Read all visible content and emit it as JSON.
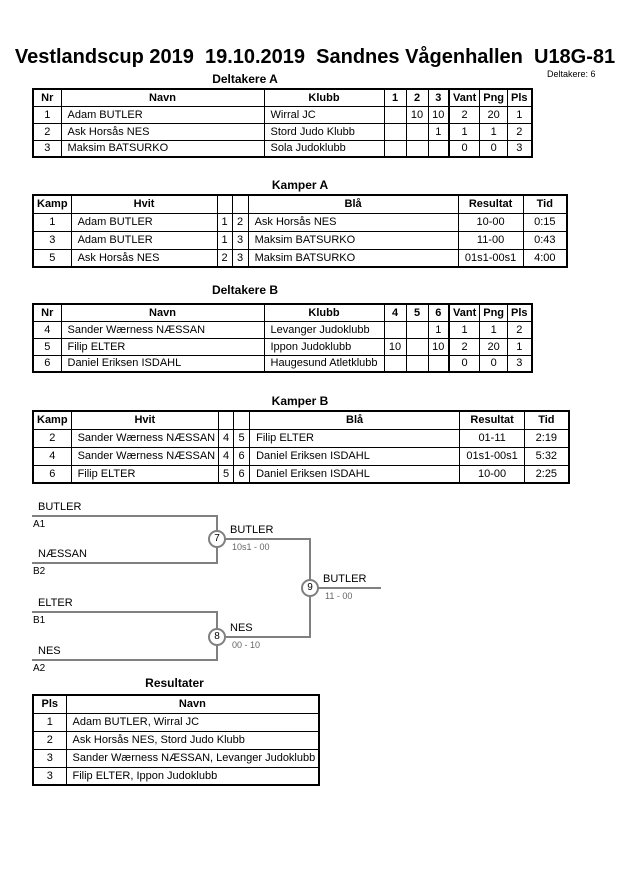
{
  "header": {
    "title": "Vestlandscup 2019  19.10.2019  Sandnes Vågenhallen  U18G-81",
    "participants_note": "Deltakere: 6"
  },
  "deltakere_a": {
    "title": "Deltakere A",
    "headers": [
      "Nr",
      "Navn",
      "Klubb",
      "1",
      "2",
      "3",
      "Vant",
      "Png",
      "Pls"
    ],
    "rows": [
      [
        "1",
        "Adam BUTLER",
        "Wirral JC",
        "",
        "10",
        "10",
        "2",
        "20",
        "1"
      ],
      [
        "2",
        "Ask Horsås NES",
        "Stord Judo Klubb",
        "",
        "",
        "1",
        "1",
        "1",
        "2"
      ],
      [
        "3",
        "Maksim BATSURKO",
        "Sola Judoklubb",
        "",
        "",
        "",
        "0",
        "0",
        "3"
      ]
    ]
  },
  "kamper_a": {
    "title": "Kamper A",
    "headers": [
      "Kamp",
      "Hvit",
      "",
      "",
      "Blå",
      "Resultat",
      "Tid"
    ],
    "rows": [
      [
        "1",
        "Adam BUTLER",
        "1",
        "2",
        "Ask Horsås NES",
        "10-00",
        "0:15"
      ],
      [
        "3",
        "Adam BUTLER",
        "1",
        "3",
        "Maksim BATSURKO",
        "11-00",
        "0:43"
      ],
      [
        "5",
        "Ask Horsås NES",
        "2",
        "3",
        "Maksim BATSURKO",
        "01s1-00s1",
        "4:00"
      ]
    ]
  },
  "deltakere_b": {
    "title": "Deltakere B",
    "headers": [
      "Nr",
      "Navn",
      "Klubb",
      "4",
      "5",
      "6",
      "Vant",
      "Png",
      "Pls"
    ],
    "rows": [
      [
        "4",
        "Sander Wærness NÆSSAN",
        "Levanger Judoklubb",
        "",
        "",
        "1",
        "1",
        "1",
        "2"
      ],
      [
        "5",
        "Filip ELTER",
        "Ippon Judoklubb",
        "10",
        "",
        "10",
        "2",
        "20",
        "1"
      ],
      [
        "6",
        "Daniel Eriksen ISDAHL",
        "Haugesund Atletklubb",
        "",
        "",
        "",
        "0",
        "0",
        "3"
      ]
    ]
  },
  "kamper_b": {
    "title": "Kamper B",
    "headers": [
      "Kamp",
      "Hvit",
      "",
      "",
      "Blå",
      "Resultat",
      "Tid"
    ],
    "rows": [
      [
        "2",
        "Sander Wærness NÆSSAN",
        "4",
        "5",
        "Filip ELTER",
        "01-11",
        "2:19"
      ],
      [
        "4",
        "Sander Wærness NÆSSAN",
        "4",
        "6",
        "Daniel Eriksen ISDAHL",
        "01s1-00s1",
        "5:32"
      ],
      [
        "6",
        "Filip ELTER",
        "5",
        "6",
        "Daniel Eriksen ISDAHL",
        "10-00",
        "2:25"
      ]
    ]
  },
  "bracket": {
    "slots": [
      {
        "name": "BUTLER",
        "code": "A1"
      },
      {
        "name": "NÆSSAN",
        "code": "B2"
      },
      {
        "name": "ELTER",
        "code": "B1"
      },
      {
        "name": "NES",
        "code": "A2"
      }
    ],
    "matches": [
      {
        "no": "7",
        "winner": "BUTLER",
        "score": "10s1 - 00"
      },
      {
        "no": "8",
        "winner": "NES",
        "score": "00 - 10"
      },
      {
        "no": "9",
        "winner": "BUTLER",
        "score": "11 - 00"
      }
    ]
  },
  "resultater": {
    "title": "Resultater",
    "headers": [
      "Pls",
      "Navn"
    ],
    "rows": [
      [
        "1",
        "Adam BUTLER, Wirral JC"
      ],
      [
        "2",
        "Ask Horsås NES, Stord Judo Klubb"
      ],
      [
        "3",
        "Sander Wærness NÆSSAN, Levanger Judoklubb"
      ],
      [
        "3",
        "Filip ELTER, Ippon Judoklubb"
      ]
    ]
  },
  "colors": {
    "bracket_line": "#808080",
    "table_border": "#000000"
  }
}
